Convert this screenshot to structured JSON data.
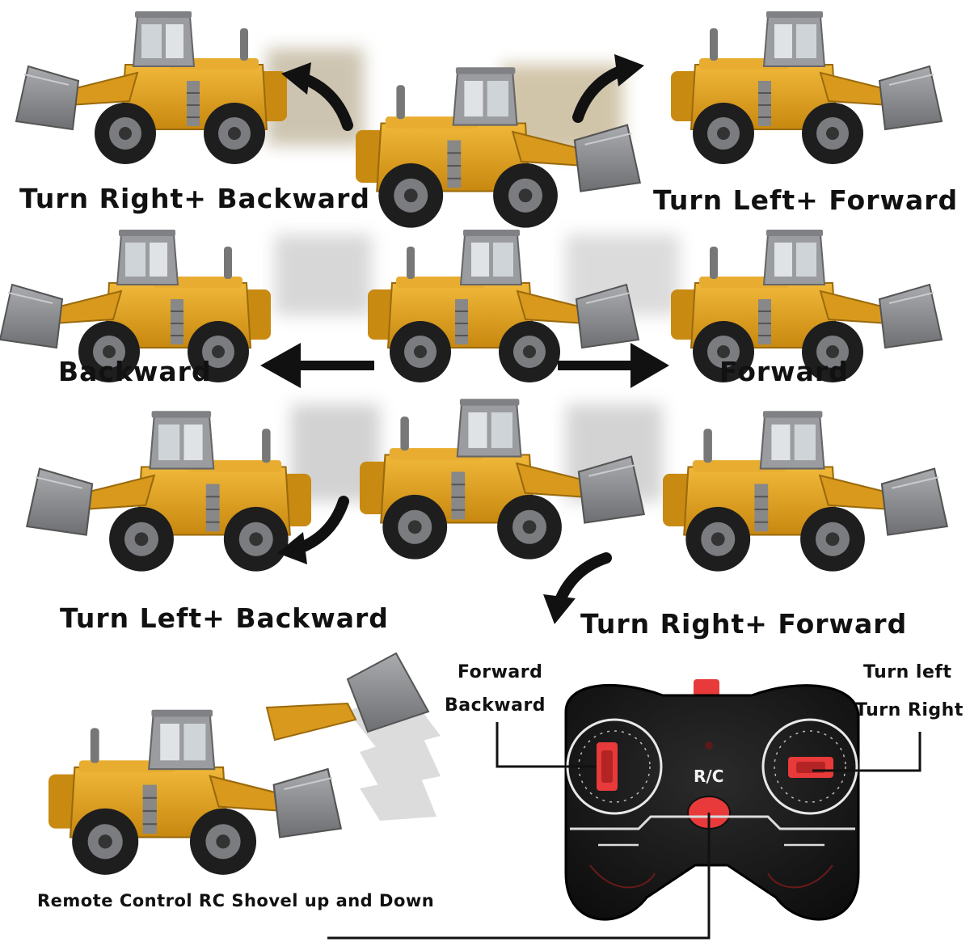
{
  "labels": {
    "turn_right_backward": "Turn Right+ Backward",
    "turn_left_forward": "Turn Left+ Forward",
    "backward": "Backward",
    "forward": "Forward",
    "turn_left_backward": "Turn Left+ Backward",
    "turn_right_forward": "Turn Right+ Forward",
    "shovel_caption": "Remote Control RC Shovel up and Down"
  },
  "remote": {
    "left_stick_top": "Forward",
    "left_stick_bottom": "Backward",
    "right_stick_top": "Turn left",
    "right_stick_bottom": "Turn Right",
    "center_badge": "R/C"
  },
  "icons": [
    "arrow-left-icon",
    "arrow-right-icon",
    "curved-arrow-icon",
    "bulldozer-icon",
    "remote-control-icon"
  ],
  "colors": {
    "truck_body": "#e0a21c",
    "truck_dark": "#b87e10",
    "bucket_gray": "#8d8f92",
    "remote_body": "#1c1c1c",
    "remote_button": "#e83a3a",
    "text": "#111111"
  }
}
